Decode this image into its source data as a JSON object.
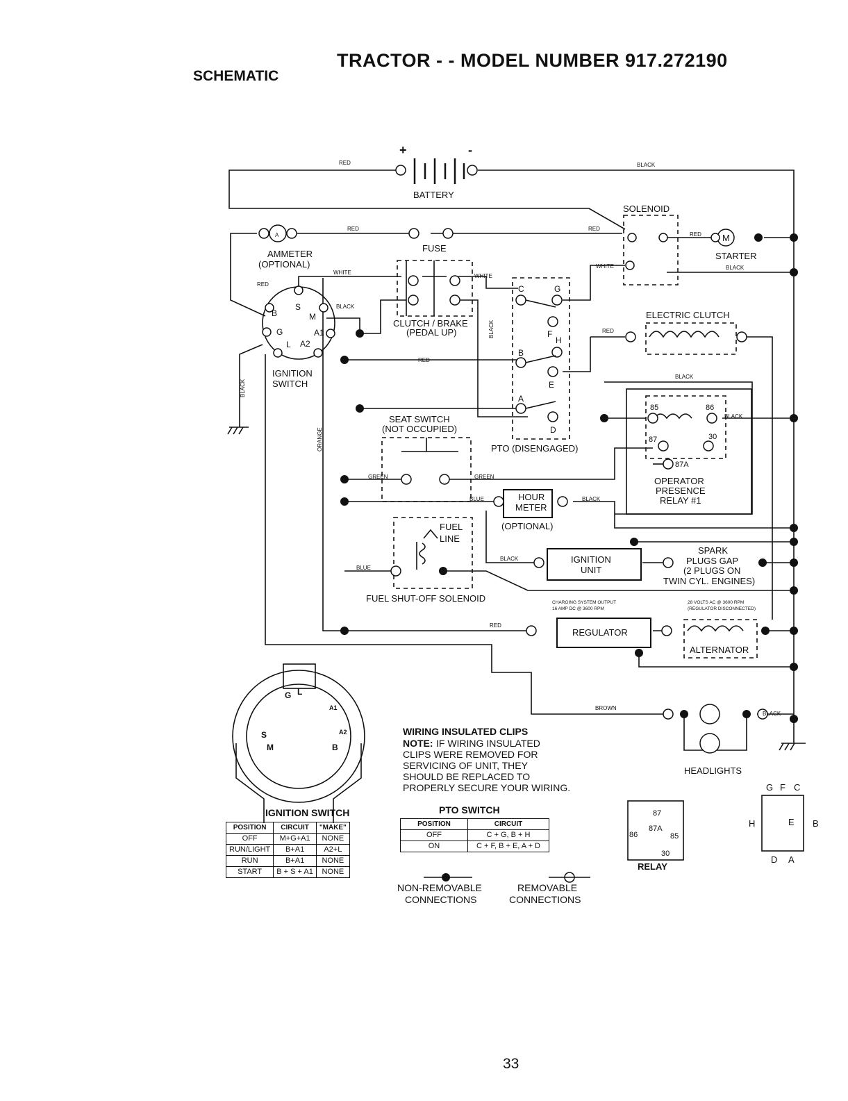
{
  "header": {
    "title": "TRACTOR - - MODEL NUMBER 917.272190",
    "section": "SCHEMATIC"
  },
  "components": {
    "battery": "BATTERY",
    "battery_pos": "+",
    "battery_neg": "-",
    "solenoid": "SOLENOID",
    "ammeter": "AMMETER",
    "ammeter_opt": "(OPTIONAL)",
    "ammeter_symbol": "A",
    "fuse": "FUSE",
    "starter": "STARTER",
    "starter_symbol": "M",
    "clutch_brake": "CLUTCH / BRAKE",
    "clutch_brake_sub": "(PEDAL UP)",
    "electric_clutch": "ELECTRIC CLUTCH",
    "ignition_switch_1": "IGNITION",
    "ignition_switch_2": "SWITCH",
    "seat_switch": "SEAT SWITCH",
    "seat_switch_sub": "(NOT OCCUPIED)",
    "pto": "PTO (DISENGAGED)",
    "relay_1": "OPERATOR",
    "relay_2": "PRESENCE",
    "relay_3": "RELAY #1",
    "hour_meter_1": "HOUR",
    "hour_meter_2": "METER",
    "hour_meter_opt": "(OPTIONAL)",
    "fuel_line_1": "FUEL",
    "fuel_line_2": "LINE",
    "fuel_solenoid": "FUEL SHUT-OFF SOLENOID",
    "ignition_unit_1": "IGNITION",
    "ignition_unit_2": "UNIT",
    "spark_1": "SPARK",
    "spark_2": "PLUGS GAP",
    "spark_3": "(2 PLUGS ON",
    "spark_4": "TWIN CYL. ENGINES)",
    "charging_1": "CHARGING SYSTEM OUTPUT",
    "charging_2": "16 AMP DC @ 3600 RPM",
    "alt_note_1": "28 VOLTS AC @ 3600 RPM",
    "alt_note_2": "(REGULATOR DISCONNECTED)",
    "regulator": "REGULATOR",
    "alternator": "ALTERNATOR",
    "headlights": "HEADLIGHTS",
    "relay": "RELAY"
  },
  "terminals": {
    "ign": [
      "B",
      "S",
      "M",
      "G",
      "A1",
      "L",
      "A2"
    ],
    "pto": [
      "C",
      "G",
      "F",
      "H",
      "B",
      "E",
      "A",
      "D"
    ],
    "relay": [
      "85",
      "86",
      "87",
      "30",
      "87A"
    ],
    "relay_pins": [
      "87",
      "86",
      "87A",
      "85",
      "30"
    ],
    "connector": [
      "G",
      "F",
      "C",
      "H",
      "E",
      "B",
      "D",
      "A"
    ],
    "switch_face": [
      "G",
      "L",
      "A1",
      "S",
      "A2",
      "M",
      "B"
    ]
  },
  "wires": {
    "red": "RED",
    "black": "BLACK",
    "white": "WHITE",
    "green": "GREEN",
    "blue": "BLUE",
    "orange": "ORANGE",
    "brown": "BROWN"
  },
  "notes": {
    "clips_title": "WIRING INSULATED CLIPS",
    "clips_note_label": "NOTE:",
    "clips_line1": "IF WIRING INSULATED",
    "clips_line2": "CLIPS WERE REMOVED FOR",
    "clips_line3": "SERVICING OF UNIT, THEY",
    "clips_line4": "SHOULD BE REPLACED TO",
    "clips_line5": "PROPERLY SECURE YOUR WIRING.",
    "nonremovable_1": "NON-REMOVABLE",
    "nonremovable_2": "CONNECTIONS",
    "removable_1": "REMOVABLE",
    "removable_2": "CONNECTIONS"
  },
  "ignition_table": {
    "title": "IGNITION SWITCH",
    "headers": [
      "POSITION",
      "CIRCUIT",
      "\"MAKE\""
    ],
    "rows": [
      [
        "OFF",
        "M+G+A1",
        "NONE"
      ],
      [
        "RUN/LIGHT",
        "B+A1",
        "A2+L"
      ],
      [
        "RUN",
        "B+A1",
        "NONE"
      ],
      [
        "START",
        "B + S + A1",
        "NONE"
      ]
    ]
  },
  "pto_table": {
    "title": "PTO SWITCH",
    "headers": [
      "POSITION",
      "CIRCUIT"
    ],
    "rows": [
      [
        "OFF",
        "C + G, B + H"
      ],
      [
        "ON",
        "C + F, B + E, A + D"
      ]
    ]
  },
  "page_number": "33"
}
